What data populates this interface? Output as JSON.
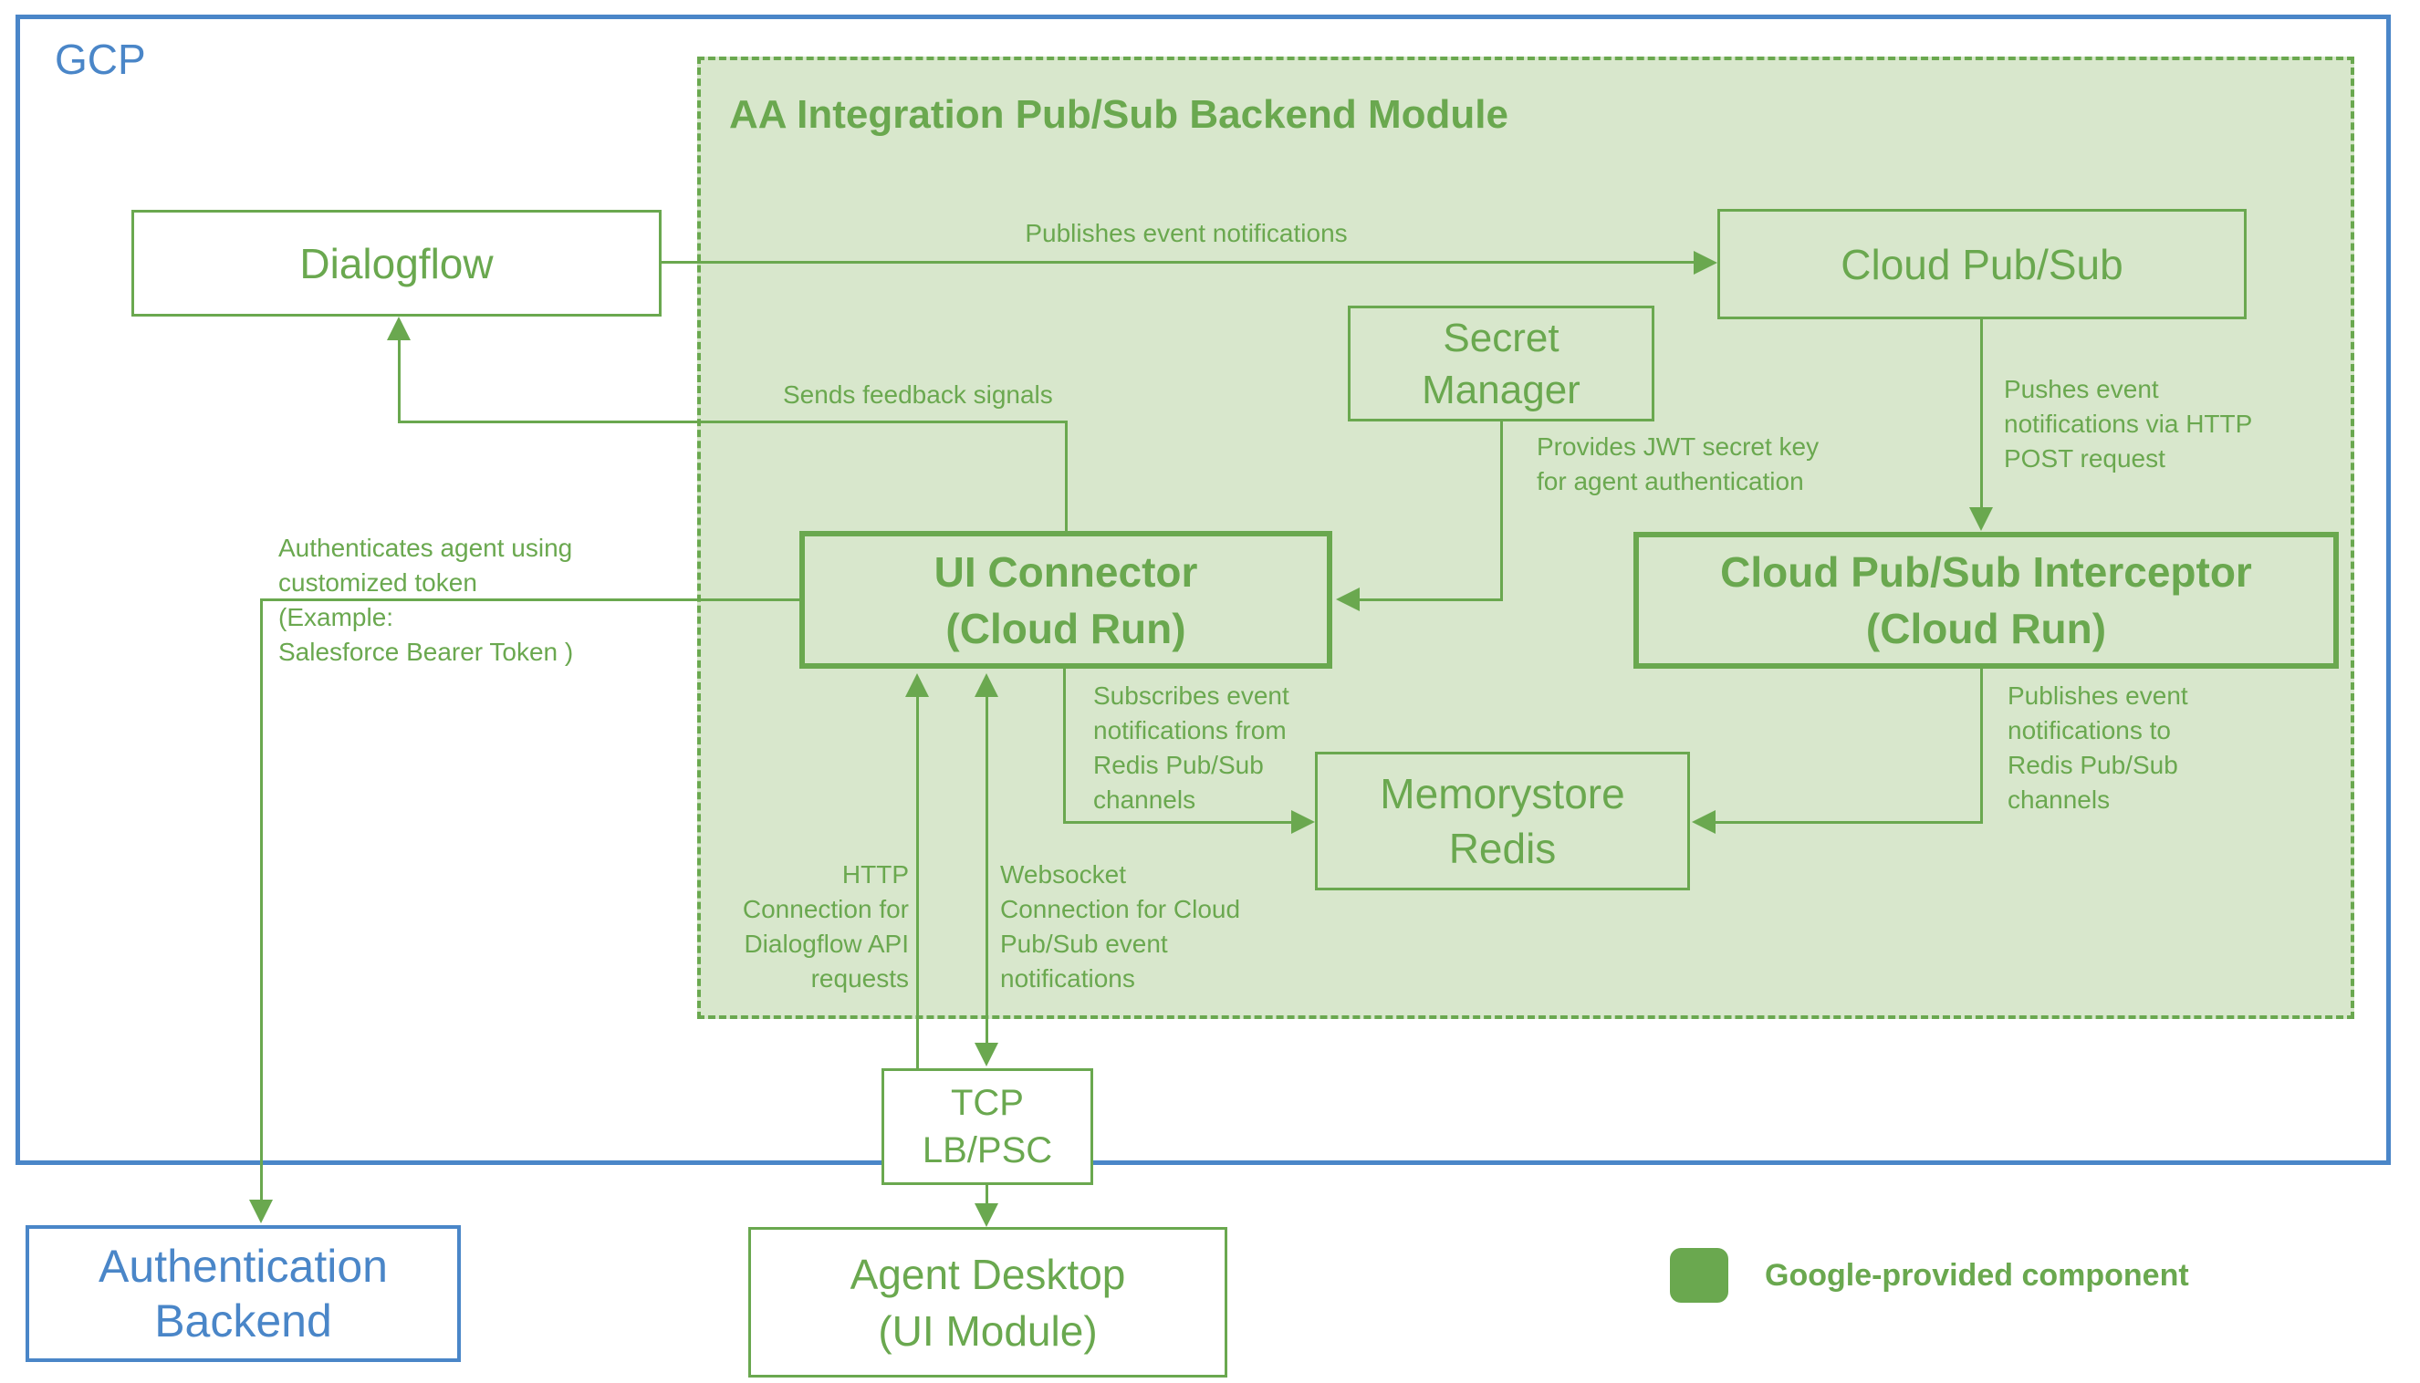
{
  "colors": {
    "green_stroke": "#6aa84f",
    "green_fill": "#d8e7cc",
    "blue": "#4a86c8",
    "background": "#ffffff"
  },
  "gcp": {
    "label": "GCP"
  },
  "module": {
    "title": "AA Integration Pub/Sub Backend Module"
  },
  "nodes": {
    "dialogflow": {
      "label": "Dialogflow"
    },
    "cloud_pubsub": {
      "label": "Cloud Pub/Sub"
    },
    "secret_manager": {
      "label": "Secret\nManager"
    },
    "ui_connector": {
      "label": "UI Connector\n(Cloud Run)"
    },
    "pubsub_interceptor": {
      "label": "Cloud Pub/Sub Interceptor\n(Cloud Run)"
    },
    "memorystore": {
      "label": "Memorystore\nRedis"
    },
    "tcp_lb": {
      "label": "TCP\nLB/PSC"
    },
    "agent_desktop": {
      "label": "Agent Desktop\n(UI Module)"
    },
    "auth_backend": {
      "label": "Authentication\nBackend"
    }
  },
  "edge_labels": {
    "publishes_event": "Publishes event notifications",
    "sends_feedback": "Sends feedback signals",
    "provides_jwt": "Provides JWT secret key\nfor agent authentication",
    "pushes_event": "Pushes event\nnotifications via HTTP\nPOST request",
    "authenticates": "Authenticates agent using\ncustomized token\n(Example:\nSalesforce Bearer Token )",
    "subscribes": "Subscribes event\nnotifications from\nRedis Pub/Sub\nchannels",
    "publishes_redis": "Publishes event\nnotifications to\nRedis Pub/Sub\nchannels",
    "http_conn": "HTTP\nConnection for\nDialogflow API\nrequests",
    "websocket_conn": "Websocket\nConnection for Cloud\nPub/Sub event\nnotifications"
  },
  "legend": {
    "label": "Google-provided component"
  }
}
